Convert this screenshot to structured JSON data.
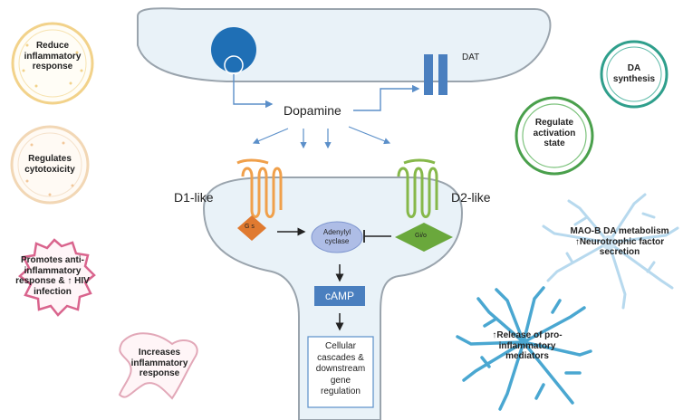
{
  "neuron": {
    "dopamine_label": "Dopamine",
    "transporter_label": "DAT",
    "d1_label": "D1-like",
    "d2_label": "D2-like",
    "gs_label": "G s",
    "gio_label": "Gi/o",
    "adenylyl_label": "Adenylyl cyclase",
    "camp_label": "cAMP",
    "cascade_label": "Cellular cascades & downstream gene regulation"
  },
  "cells": {
    "reduce_inflammatory": "Reduce inflammatory response",
    "regulates_cytotoxicity": "Regulates cytotoxicity",
    "promotes_anti": "Promotes anti-inflammatory response & ↑ HIV infection",
    "increases_inflammatory": "Increases inflammatory response",
    "da_synthesis": "DA synthesis",
    "regulate_activation": "Regulate activation state",
    "maob": "MAO-B DA metabolism ↑Neurotrophic factor secretion",
    "release_pro": "↑Release of pro-inflammatory mediators"
  },
  "colors": {
    "membrane_fill": "#e9f2f8",
    "membrane_stroke": "#9aa4ad",
    "vesicle": "#1f6fb5",
    "arrow": "#5b8fc9",
    "d1_receptor": "#f0a04b",
    "d2_receptor": "#86b84a",
    "gs": "#e07a30",
    "gio": "#6aa83c",
    "adenylyl": "#aebde6",
    "camp_box": "#4a7fbf",
    "cascade_border": "#5b8fc9",
    "yellow_cell": "#f2d28a",
    "peach_cell": "#f2d7b5",
    "pink_cell": "#d9648d",
    "rose_cell": "#e2a8b8",
    "teal_cell": "#2f9f8c",
    "green_cell": "#4aa04c",
    "astro_pale": "#b7d9ee",
    "astro_blue": "#4aa7d1"
  }
}
